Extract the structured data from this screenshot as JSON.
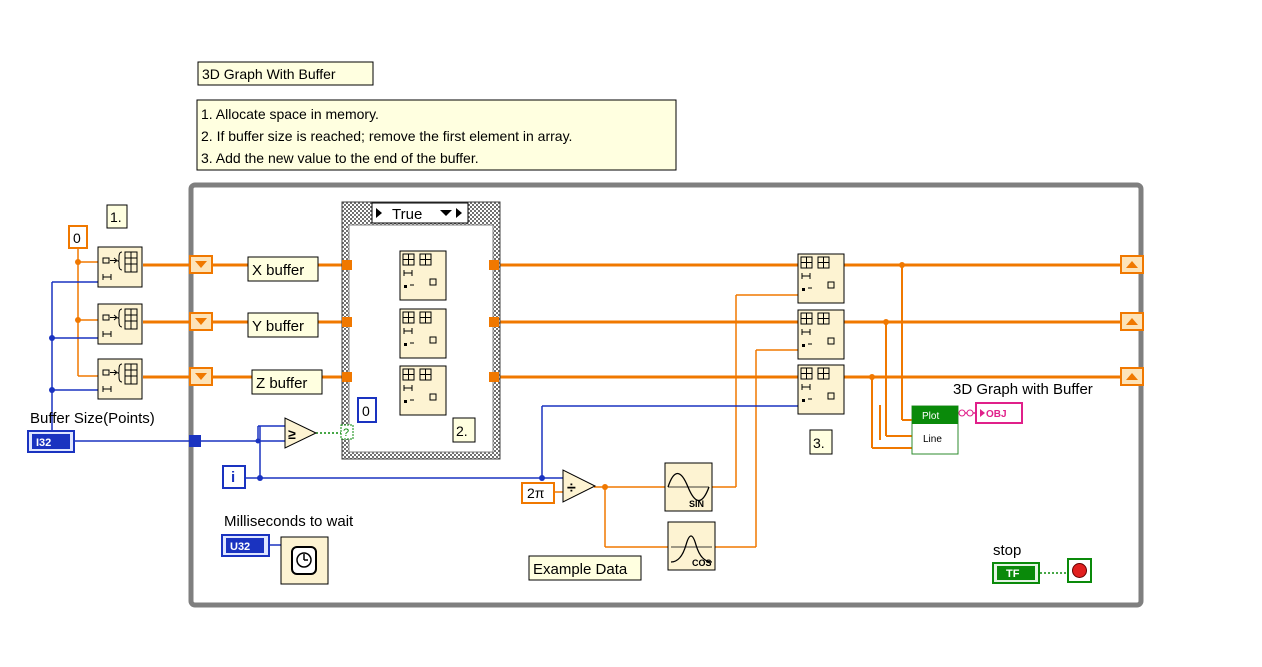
{
  "title": "3D Graph With Buffer",
  "steps": [
    "1.  Allocate space in memory.",
    "2.  If buffer size is reached; remove the first element in array.",
    "3.  Add the new value to the end of the buffer."
  ],
  "markers": {
    "step1": "1.",
    "step2": "2.",
    "step3": "3."
  },
  "constants": {
    "zero_init": "0",
    "zero_index": "0",
    "two_pi": "2π"
  },
  "buffers": {
    "x": "X buffer",
    "y": "Y buffer",
    "z": "Z buffer"
  },
  "case_structure": {
    "selector_value": "True"
  },
  "controls": {
    "buffer_size_label": "Buffer Size(Points)",
    "buffer_size_type": "I32",
    "wait_label": "Milliseconds to wait",
    "wait_type": "U32",
    "stop_label": "stop",
    "stop_type": "TF"
  },
  "loop_iteration": "i",
  "functions": {
    "sin": "SIN",
    "cos": "COS",
    "divide": "÷",
    "compare": "≥"
  },
  "example_data_label": "Example Data",
  "graph": {
    "label": "3D Graph with Buffer",
    "plot": "Plot",
    "line": "Line",
    "ref_type": "OBJ"
  },
  "colors": {
    "wire_double": "#f07800",
    "wire_int": "#1a33c0",
    "wire_bool": "#0a8a0a",
    "loop_frame": "#808080",
    "label_bg": "#ffffe0",
    "refnum": "#e0208a"
  }
}
